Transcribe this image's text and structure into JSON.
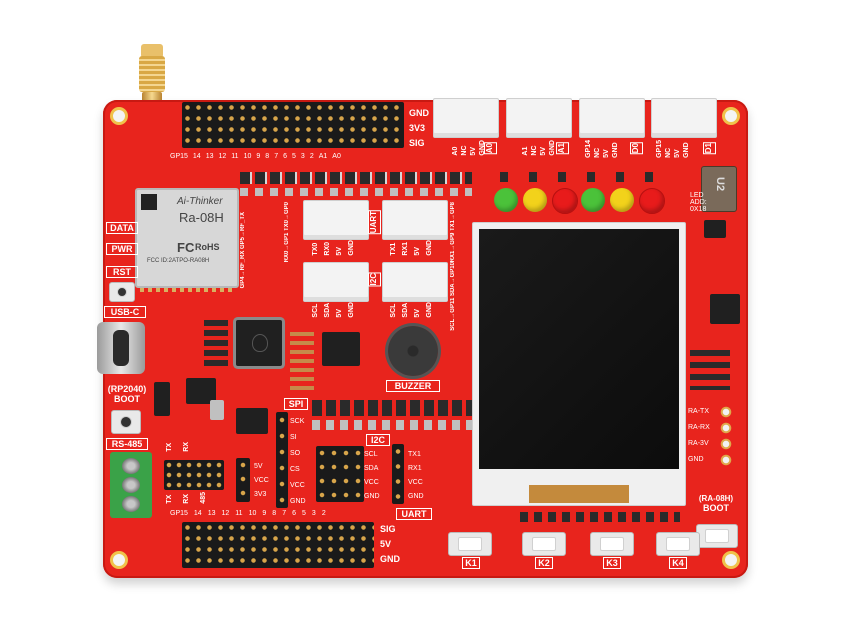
{
  "colors": {
    "pcb": "#e8241d",
    "led_colors": [
      "#4bc23a",
      "#f2d21b",
      "#e81b1b",
      "#4bc23a",
      "#f2d21b",
      "#e81b1b"
    ]
  },
  "top_header": {
    "pin_labels": [
      "GP15",
      "14",
      "13",
      "12",
      "11",
      "10",
      "9",
      "8",
      "7",
      "6",
      "5",
      "3",
      "2",
      "A1",
      "A0"
    ],
    "row_labels": [
      "GND",
      "3V3",
      "SIG"
    ]
  },
  "bottom_header": {
    "pin_labels": [
      "GP15",
      "14",
      "13",
      "12",
      "11",
      "10",
      "9",
      "8",
      "7",
      "6",
      "5",
      "3",
      "2"
    ],
    "row_labels": [
      "SIG",
      "5V",
      "GND"
    ]
  },
  "module": {
    "brand": "Ai-Thinker",
    "model": "Ra-08H",
    "fcc": "FCC ID:2ATPO-RA08H",
    "rohs": "RoHS"
  },
  "left_labels": [
    "DATA",
    "PWR",
    "RST",
    "USB-C",
    "(RP2040)",
    "BOOT",
    "RS-485"
  ],
  "grove_top": [
    {
      "pins": [
        "A0",
        "NC",
        "5V",
        "GND"
      ]
    },
    {
      "pins": [
        "A1",
        "NC",
        "5V",
        "GND"
      ]
    },
    {
      "pins": [
        "GP14",
        "NC",
        "5V",
        "GND"
      ]
    },
    {
      "pins": [
        "GP15",
        "NC",
        "5V",
        "GND"
      ]
    }
  ],
  "grove_top_tags": [
    "A0",
    "A1",
    "D0",
    "D1"
  ],
  "grove_mid": {
    "uart_label": "UART",
    "i2c_label": "I2C",
    "uart_pins": [
      "TX0",
      "RX0",
      "5V",
      "GND"
    ],
    "uart_pins2": [
      "TX1",
      "RX1",
      "5V",
      "GND"
    ],
    "i2c_pins": [
      "SCL",
      "SDA",
      "5V",
      "GND"
    ],
    "i2c_pins2": [
      "SCL",
      "SDA",
      "5V",
      "GND"
    ],
    "side_left": "RX0→GP1 TX0→GP0",
    "side_right": "RX1→GP9 TX1→GP8",
    "side_right2": "SCL→GP11 SDA→GP10"
  },
  "led_addr": {
    "line1": "LED",
    "line2": "ADD:",
    "line3": "0X18"
  },
  "chip_u2": "U2",
  "buzzer": "BUZZER",
  "spi_block": {
    "title": "SPI",
    "pins": [
      "SCK",
      "SI",
      "SO",
      "CS",
      "VCC",
      "GND"
    ],
    "voltages": [
      "5V",
      "VCC",
      "3V3"
    ]
  },
  "i2c_block": {
    "title": "I2C",
    "pins": [
      "SCL",
      "SDA",
      "VCC",
      "GND"
    ]
  },
  "uart_block": {
    "title": "UART",
    "pins": [
      "TX1",
      "RX1",
      "VCC",
      "GND"
    ]
  },
  "rs485_side": [
    "TX",
    "RX",
    "485"
  ],
  "ra_pins": [
    "RA-TX",
    "RA-RX",
    "RA-3V",
    "GND"
  ],
  "ra_boot": [
    "(RA-08H)",
    "BOOT"
  ],
  "keys": [
    "K1",
    "K2",
    "K3",
    "K4"
  ]
}
